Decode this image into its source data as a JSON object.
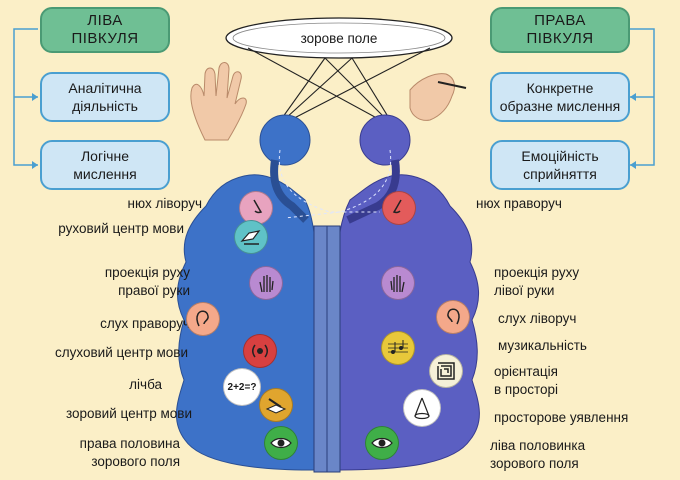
{
  "visual_field": "зорове поле",
  "left": {
    "title": "ЛІВА\nПІВКУЛЯ",
    "boxes": [
      "Аналітична\nдіяльність",
      "Логічне\nмислення"
    ],
    "labels": [
      "нюх ліворуч",
      "руховий центр мови",
      "проекція руху\nправої руки",
      "слух праворуч",
      "слуховий центр мови",
      "лічба",
      "зоровий центр мови",
      "права половина\nзорового поля"
    ]
  },
  "right": {
    "title": "ПРАВА\nПІВКУЛЯ",
    "boxes": [
      "Конкретне\nобразне мислення",
      "Емоційність\nсприйняття"
    ],
    "labels": [
      "нюх праворуч",
      "проекція руху\nлівої руки",
      "слух ліворуч",
      "музикальність",
      "орієнтація\nв просторі",
      "просторове уявлення",
      "ліва половинка\nзорового поля"
    ]
  },
  "icon_texts": {
    "counting": "2+2=?"
  },
  "colors": {
    "background": "#fbefc7",
    "left_hemisphere": "#3d72c8",
    "right_hemisphere": "#5b5fc2",
    "header_box": "#6fbf94",
    "sub_box": "#cfe6f5",
    "box_border": "#4a9fd0"
  },
  "icons": {
    "left": [
      "nose-icon",
      "speech-icon",
      "hand-icon",
      "ear-icon",
      "sound-icon",
      "counting-icon",
      "reading-icon",
      "eye-icon"
    ],
    "right": [
      "nose-icon",
      "hand-icon",
      "ear-icon",
      "music-icon",
      "maze-icon",
      "cone-icon",
      "eye-icon"
    ]
  }
}
